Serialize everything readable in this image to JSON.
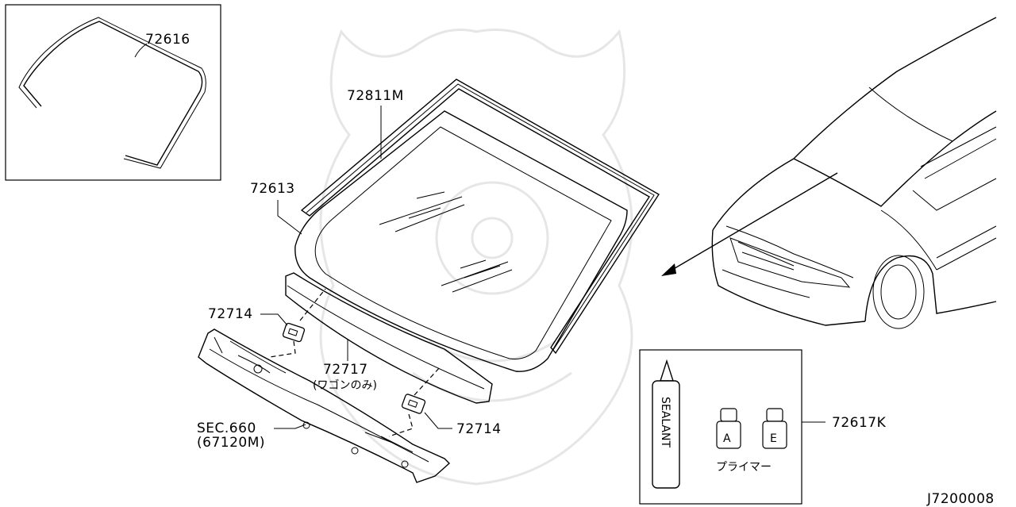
{
  "diagram": {
    "code": "J7200008",
    "parts": {
      "molding_inset": "72616",
      "windshield_molding": "72811M",
      "windshield_glass": "72613",
      "fastener_left": "72714",
      "fastener_right": "72714",
      "lower_seal": "72717",
      "lower_seal_note": "(ワゴンのみ)",
      "cowl_top": "SEC.660",
      "cowl_top_part": "(67120M)",
      "sealant_kit": "72617K"
    },
    "kit": {
      "tube_label": "SEALANT",
      "bottle_a": "A",
      "bottle_e": "E",
      "primer_label": "プライマー"
    }
  }
}
